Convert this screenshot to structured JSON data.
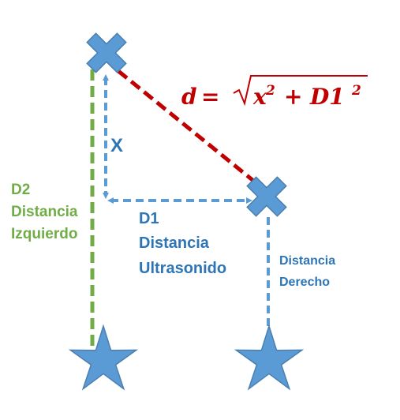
{
  "colors": {
    "blue": "#5B9BD5",
    "blue_text": "#2E75B6",
    "green": "#70AD47",
    "red": "#C00000",
    "white": "#FFFFFF"
  },
  "icons": [
    "cross-marker-icon",
    "star-icon"
  ],
  "labels": {
    "x": "X",
    "d2_code": "D2",
    "d2_line1": "Distancia",
    "d2_line2": "Izquierdo",
    "d1_code": "D1",
    "d1_line1": "Distancia",
    "d1_line2": "Ultrasonido",
    "right_line1": "Distancia",
    "right_line2": "Derecho"
  },
  "formula": {
    "lhs": "d",
    "equals": "=",
    "term1": "x",
    "exp1": "2",
    "plus": "+",
    "term2": "D1",
    "exp2": "2"
  }
}
